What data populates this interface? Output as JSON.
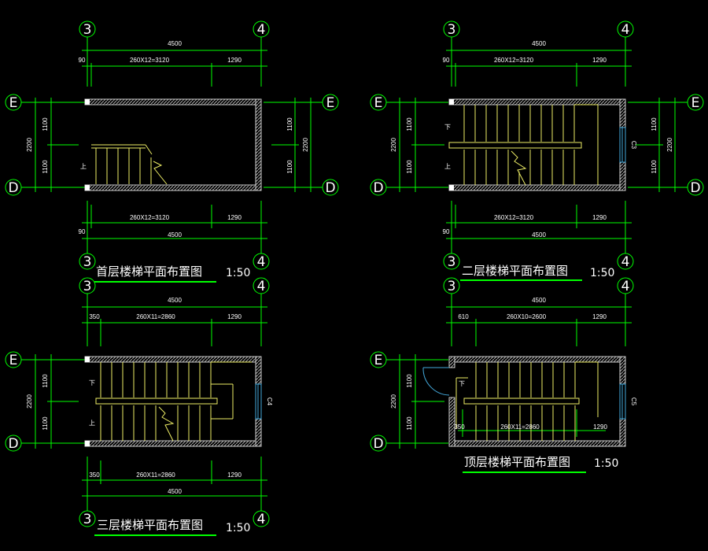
{
  "axes": {
    "c3": "3",
    "c4": "4",
    "rowE": "E",
    "rowD": "D"
  },
  "plans": [
    {
      "title": "首层楼梯平面布置图",
      "scale": "1:50",
      "dims": {
        "total": "4500",
        "seg_left": "90",
        "seg_mid": "260X12=3120",
        "seg_right": "1290",
        "v_total": "2200",
        "v_top": "1100",
        "v_bot": "1100",
        "b_left": "90",
        "b_mid": "260X12=3120",
        "b_right": "1290",
        "b_total": "4500"
      },
      "labels": {
        "up": "上"
      }
    },
    {
      "title": "二层楼梯平面布置图",
      "scale": "1:50",
      "dims": {
        "total": "4500",
        "seg_left": "90",
        "seg_mid": "260X12=3120",
        "seg_right": "1290",
        "v_total": "2200",
        "v_top": "1100",
        "v_bot": "1100",
        "b_left": "90",
        "b_mid": "260X12=3120",
        "b_right": "1290",
        "b_total": "4500",
        "window": "C3"
      },
      "labels": {
        "down": "下",
        "up": "上"
      }
    },
    {
      "title": "三层楼梯平面布置图",
      "scale": "1:50",
      "dims": {
        "total": "4500",
        "seg_left": "350",
        "seg_mid": "260X11=2860",
        "seg_right": "1290",
        "v_total": "2200",
        "v_top": "1100",
        "v_bot": "1100",
        "b_left": "350",
        "b_mid": "260X11=2860",
        "b_right": "1290",
        "b_total": "4500",
        "window": "C4"
      },
      "labels": {
        "down": "下",
        "up": "上"
      }
    },
    {
      "title": "顶层楼梯平面布置图",
      "scale": "1:50",
      "dims": {
        "total": "4500",
        "seg_left": "610",
        "seg_mid": "260X10=2600",
        "seg_right": "1290",
        "v_total": "2200",
        "v_top": "1100",
        "v_bot": "1100",
        "inner_left": "350",
        "inner_mid": "260X11=2860",
        "inner_right": "1290",
        "window": "C5"
      },
      "labels": {
        "down": "下"
      }
    }
  ]
}
